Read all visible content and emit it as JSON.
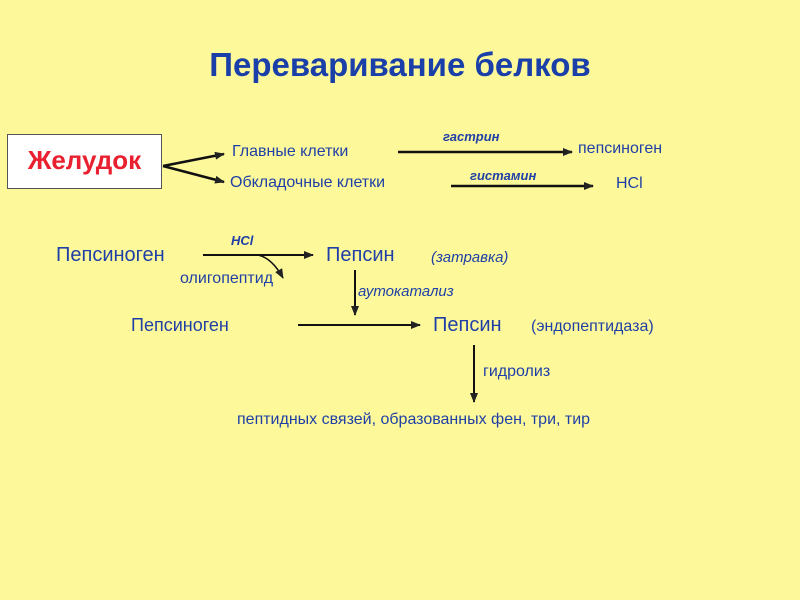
{
  "title": "Переваривание белков",
  "stomach": "Желудок",
  "chief_cells": "Главные клетки",
  "parietal_cells": "Обкладочные клетки",
  "gastrin": "гастрин",
  "histamine": "гистамин",
  "pepsinogen_small": "пепсиноген",
  "hcl": "HCl",
  "pepsinogen_1": "Пепсиноген",
  "hcl_label": "HCl",
  "oligopeptide": "олигопептид",
  "pepsin_1": "Пепсин",
  "primer": "(затравка)",
  "autocatalysis": "аутокатализ",
  "pepsinogen_2": "Пепсиноген",
  "pepsin_2": "Пепсин",
  "endopeptidase": "(эндопептидаза)",
  "hydrolysis": "гидролиз",
  "bonds": "пептидных связей, образованных фен, три, тир"
}
